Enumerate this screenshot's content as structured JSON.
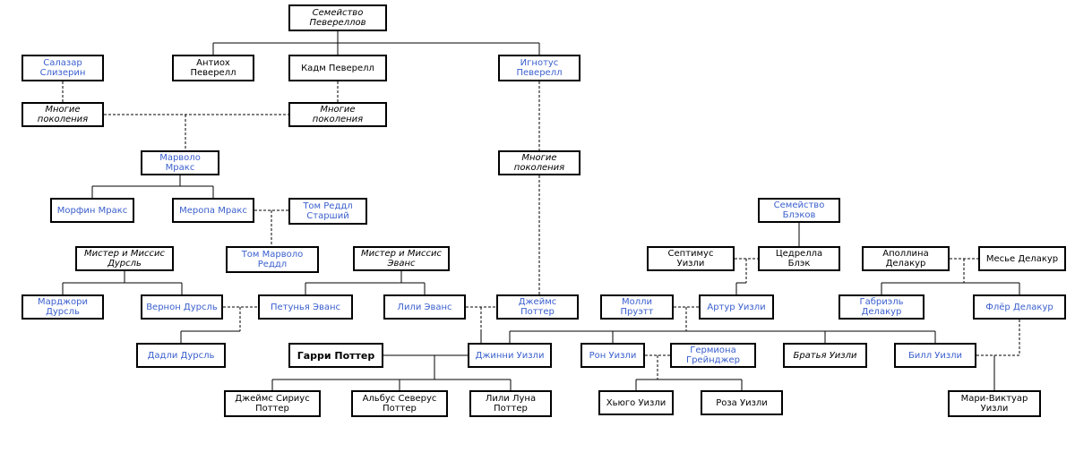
{
  "nodes": {
    "peverell_family": {
      "text": "Семейство\nПевереллов",
      "style": "italic"
    },
    "salazar": {
      "text": "Салазар\nСлизерин",
      "style": "link"
    },
    "antioch": {
      "text": "Антиох\nПеверелл",
      "style": "plain"
    },
    "cadmus": {
      "text": "Кадм Певерелл",
      "style": "plain"
    },
    "ignotus": {
      "text": "Игнотус\nПеверелл",
      "style": "link"
    },
    "gen_left": {
      "text": "Многие\nпоколения",
      "style": "italic"
    },
    "gen_mid": {
      "text": "Многие\nпоколения",
      "style": "italic"
    },
    "gen_right": {
      "text": "Многие\nпоколения",
      "style": "italic"
    },
    "marvolo": {
      "text": "Марволо\nМракс",
      "style": "link"
    },
    "morfin": {
      "text": "Морфин Мракс",
      "style": "link"
    },
    "merope": {
      "text": "Меропа Мракс",
      "style": "link"
    },
    "riddle_sr": {
      "text": "Том Реддл\nСтарший",
      "style": "link"
    },
    "tom_riddle": {
      "text": "Том Марволо\nРеддл",
      "style": "link"
    },
    "dursley_parents": {
      "text": "Мистер и Миссис\nДурсль",
      "style": "italic"
    },
    "evans_parents": {
      "text": "Мистер и Миссис\nЭванс",
      "style": "italic"
    },
    "marge": {
      "text": "Марджори\nДурсль",
      "style": "link"
    },
    "vernon": {
      "text": "Вернон Дурсль",
      "style": "link"
    },
    "petunia": {
      "text": "Петунья Эванс",
      "style": "link"
    },
    "lily": {
      "text": "Лили Эванс",
      "style": "link"
    },
    "james": {
      "text": "Джеймс\nПоттер",
      "style": "link"
    },
    "dudley": {
      "text": "Дадли Дурсль",
      "style": "link"
    },
    "harry": {
      "text": "Гарри Поттер",
      "style": "bold"
    },
    "black_family": {
      "text": "Семейство\nБлэков",
      "style": "link"
    },
    "septimus": {
      "text": "Септимус\nУизли",
      "style": "plain"
    },
    "cedrella": {
      "text": "Цедрелла\nБлэк",
      "style": "plain"
    },
    "apolline": {
      "text": "Аполлина\nДелакур",
      "style": "plain"
    },
    "delacour_sr": {
      "text": "Месье Делакур",
      "style": "plain"
    },
    "molly": {
      "text": "Молли\nПруэтт",
      "style": "link"
    },
    "arthur": {
      "text": "Артур Уизли",
      "style": "link"
    },
    "gabrielle": {
      "text": "Габриэль\nДелакур",
      "style": "link"
    },
    "fleur": {
      "text": "Флёр Делакур",
      "style": "link"
    },
    "ginny": {
      "text": "Джинни Уизли",
      "style": "link"
    },
    "ron": {
      "text": "Рон Уизли",
      "style": "link"
    },
    "hermione": {
      "text": "Гермиона\nГрейнджер",
      "style": "link"
    },
    "brothers": {
      "text": "Братья Уизли",
      "style": "italic"
    },
    "bill": {
      "text": "Билл Уизли",
      "style": "link"
    },
    "james_sirius": {
      "text": "Джеймс Сириус\nПоттер",
      "style": "plain"
    },
    "albus_severus": {
      "text": "Альбус Северус\nПоттер",
      "style": "plain"
    },
    "lily_luna": {
      "text": "Лили Луна\nПоттер",
      "style": "plain"
    },
    "hugo": {
      "text": "Хьюго Уизли",
      "style": "plain"
    },
    "rose": {
      "text": "Роза Уизли",
      "style": "plain"
    },
    "victoire": {
      "text": "Мари-Виктуар\nУизли",
      "style": "plain"
    }
  }
}
